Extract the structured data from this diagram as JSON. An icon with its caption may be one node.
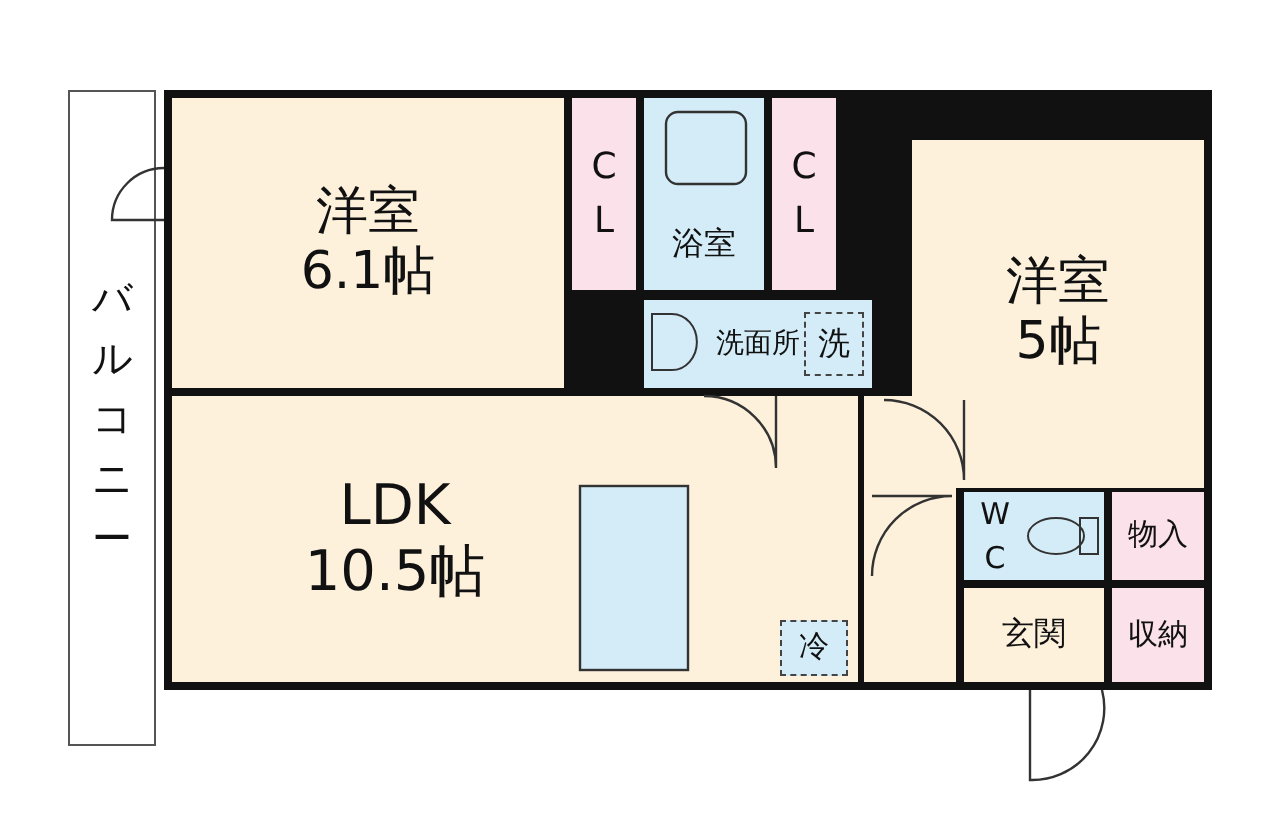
{
  "diagram": {
    "nodes": [
      {
        "text": [
          "洋室",
          "6.1帖"
        ]
      },
      {
        "text": [
          "C L"
        ]
      },
      {
        "text": [
          "浴室"
        ]
      },
      {
        "text": [
          "C L"
        ]
      },
      {
        "text": [
          "洋室",
          "5帖"
        ]
      },
      {
        "text": [
          "洗面所"
        ]
      },
      {
        "text": [
          "洗"
        ],
        "in": 5
      },
      {
        "text": [
          "バルコニー"
        ]
      },
      {
        "text": [
          "LDK",
          "10.5帖"
        ]
      },
      {
        "text": [
          "冷"
        ],
        "in": 8
      },
      {
        "text": [
          "W C"
        ]
      },
      {
        "text": [
          "物入"
        ]
      },
      {
        "text": [
          "玄関"
        ]
      },
      {
        "text": [
          "収納"
        ]
      }
    ]
  }
}
